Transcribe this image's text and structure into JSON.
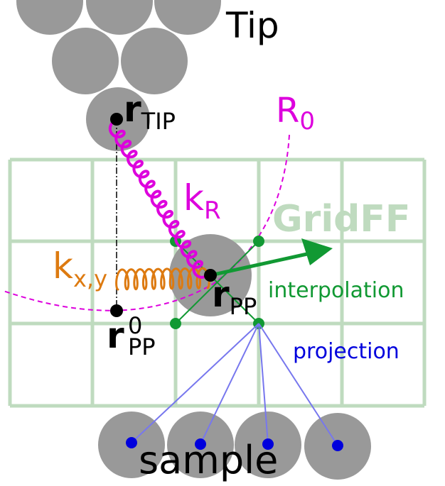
{
  "labels": {
    "tip": "Tip",
    "sample": "sample",
    "r0": "R",
    "r0_sub": "0",
    "kr": "k",
    "kr_sub": "R",
    "kxy": "k",
    "kxy_sub": "x,y",
    "gridff": "GridFF",
    "interpolation": "interpolation",
    "projection": "projection",
    "r_tip": "r",
    "r_tip_sub": "TIP",
    "r_pp": "r",
    "r_pp_sub": "PP",
    "r_pp0": "r",
    "r_pp0_sup": "0",
    "r_pp0_sub": "PP"
  },
  "colors": {
    "atom": "#999999",
    "grid": "#bfdbbf",
    "spring_r": "#dd00dd",
    "spring_xy": "#dd7a10",
    "interp": "#119933",
    "proj_line": "#7777ee",
    "proj_dot": "#0000dd",
    "black": "#000000"
  }
}
